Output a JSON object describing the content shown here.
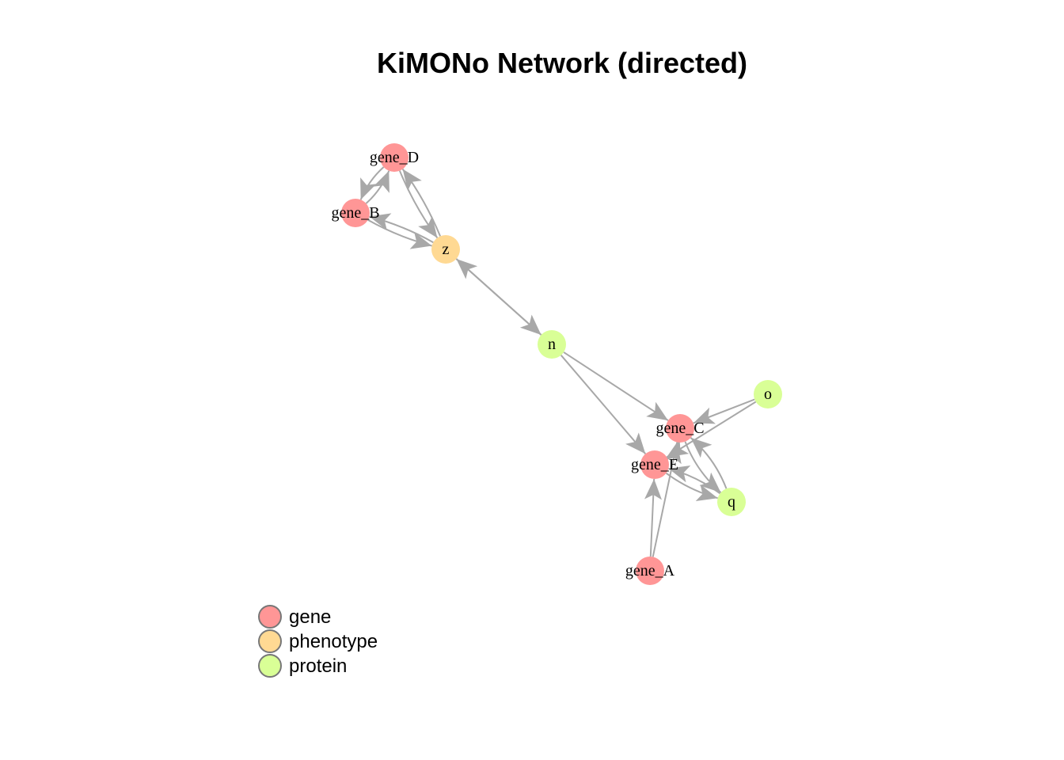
{
  "title": "KiMONo Network (directed)",
  "node_types": {
    "gene": {
      "label": "gene",
      "color": "#FF9696"
    },
    "phenotype": {
      "label": "phenotype",
      "color": "#FFD993"
    },
    "protein": {
      "label": "protein",
      "color": "#D9FF96"
    }
  },
  "edge_color": "#A8A8A8",
  "legend": [
    {
      "label": "gene",
      "type": "gene"
    },
    {
      "label": "phenotype",
      "type": "phenotype"
    },
    {
      "label": "protein",
      "type": "protein"
    }
  ],
  "nodes": [
    {
      "id": "gene_D",
      "label": "gene_D",
      "type": "gene"
    },
    {
      "id": "gene_B",
      "label": "gene_B",
      "type": "gene"
    },
    {
      "id": "z",
      "label": "z",
      "type": "phenotype"
    },
    {
      "id": "n",
      "label": "n",
      "type": "protein"
    },
    {
      "id": "o",
      "label": "o",
      "type": "protein"
    },
    {
      "id": "gene_C",
      "label": "gene_C",
      "type": "gene"
    },
    {
      "id": "gene_E",
      "label": "gene_E",
      "type": "gene"
    },
    {
      "id": "q",
      "label": "q",
      "type": "protein"
    },
    {
      "id": "gene_A",
      "label": "gene_A",
      "type": "gene"
    }
  ],
  "edges": [
    {
      "from": "gene_B",
      "to": "gene_D"
    },
    {
      "from": "gene_D",
      "to": "gene_B"
    },
    {
      "from": "z",
      "to": "gene_D"
    },
    {
      "from": "gene_D",
      "to": "z"
    },
    {
      "from": "z",
      "to": "gene_B"
    },
    {
      "from": "gene_B",
      "to": "z"
    },
    {
      "from": "n",
      "to": "z"
    },
    {
      "from": "z",
      "to": "n"
    },
    {
      "from": "n",
      "to": "gene_C"
    },
    {
      "from": "n",
      "to": "gene_E"
    },
    {
      "from": "o",
      "to": "gene_C"
    },
    {
      "from": "o",
      "to": "gene_E"
    },
    {
      "from": "q",
      "to": "gene_C"
    },
    {
      "from": "gene_C",
      "to": "q"
    },
    {
      "from": "q",
      "to": "gene_E"
    },
    {
      "from": "gene_E",
      "to": "q"
    },
    {
      "from": "gene_A",
      "to": "gene_E"
    },
    {
      "from": "gene_A",
      "to": "gene_C"
    }
  ]
}
